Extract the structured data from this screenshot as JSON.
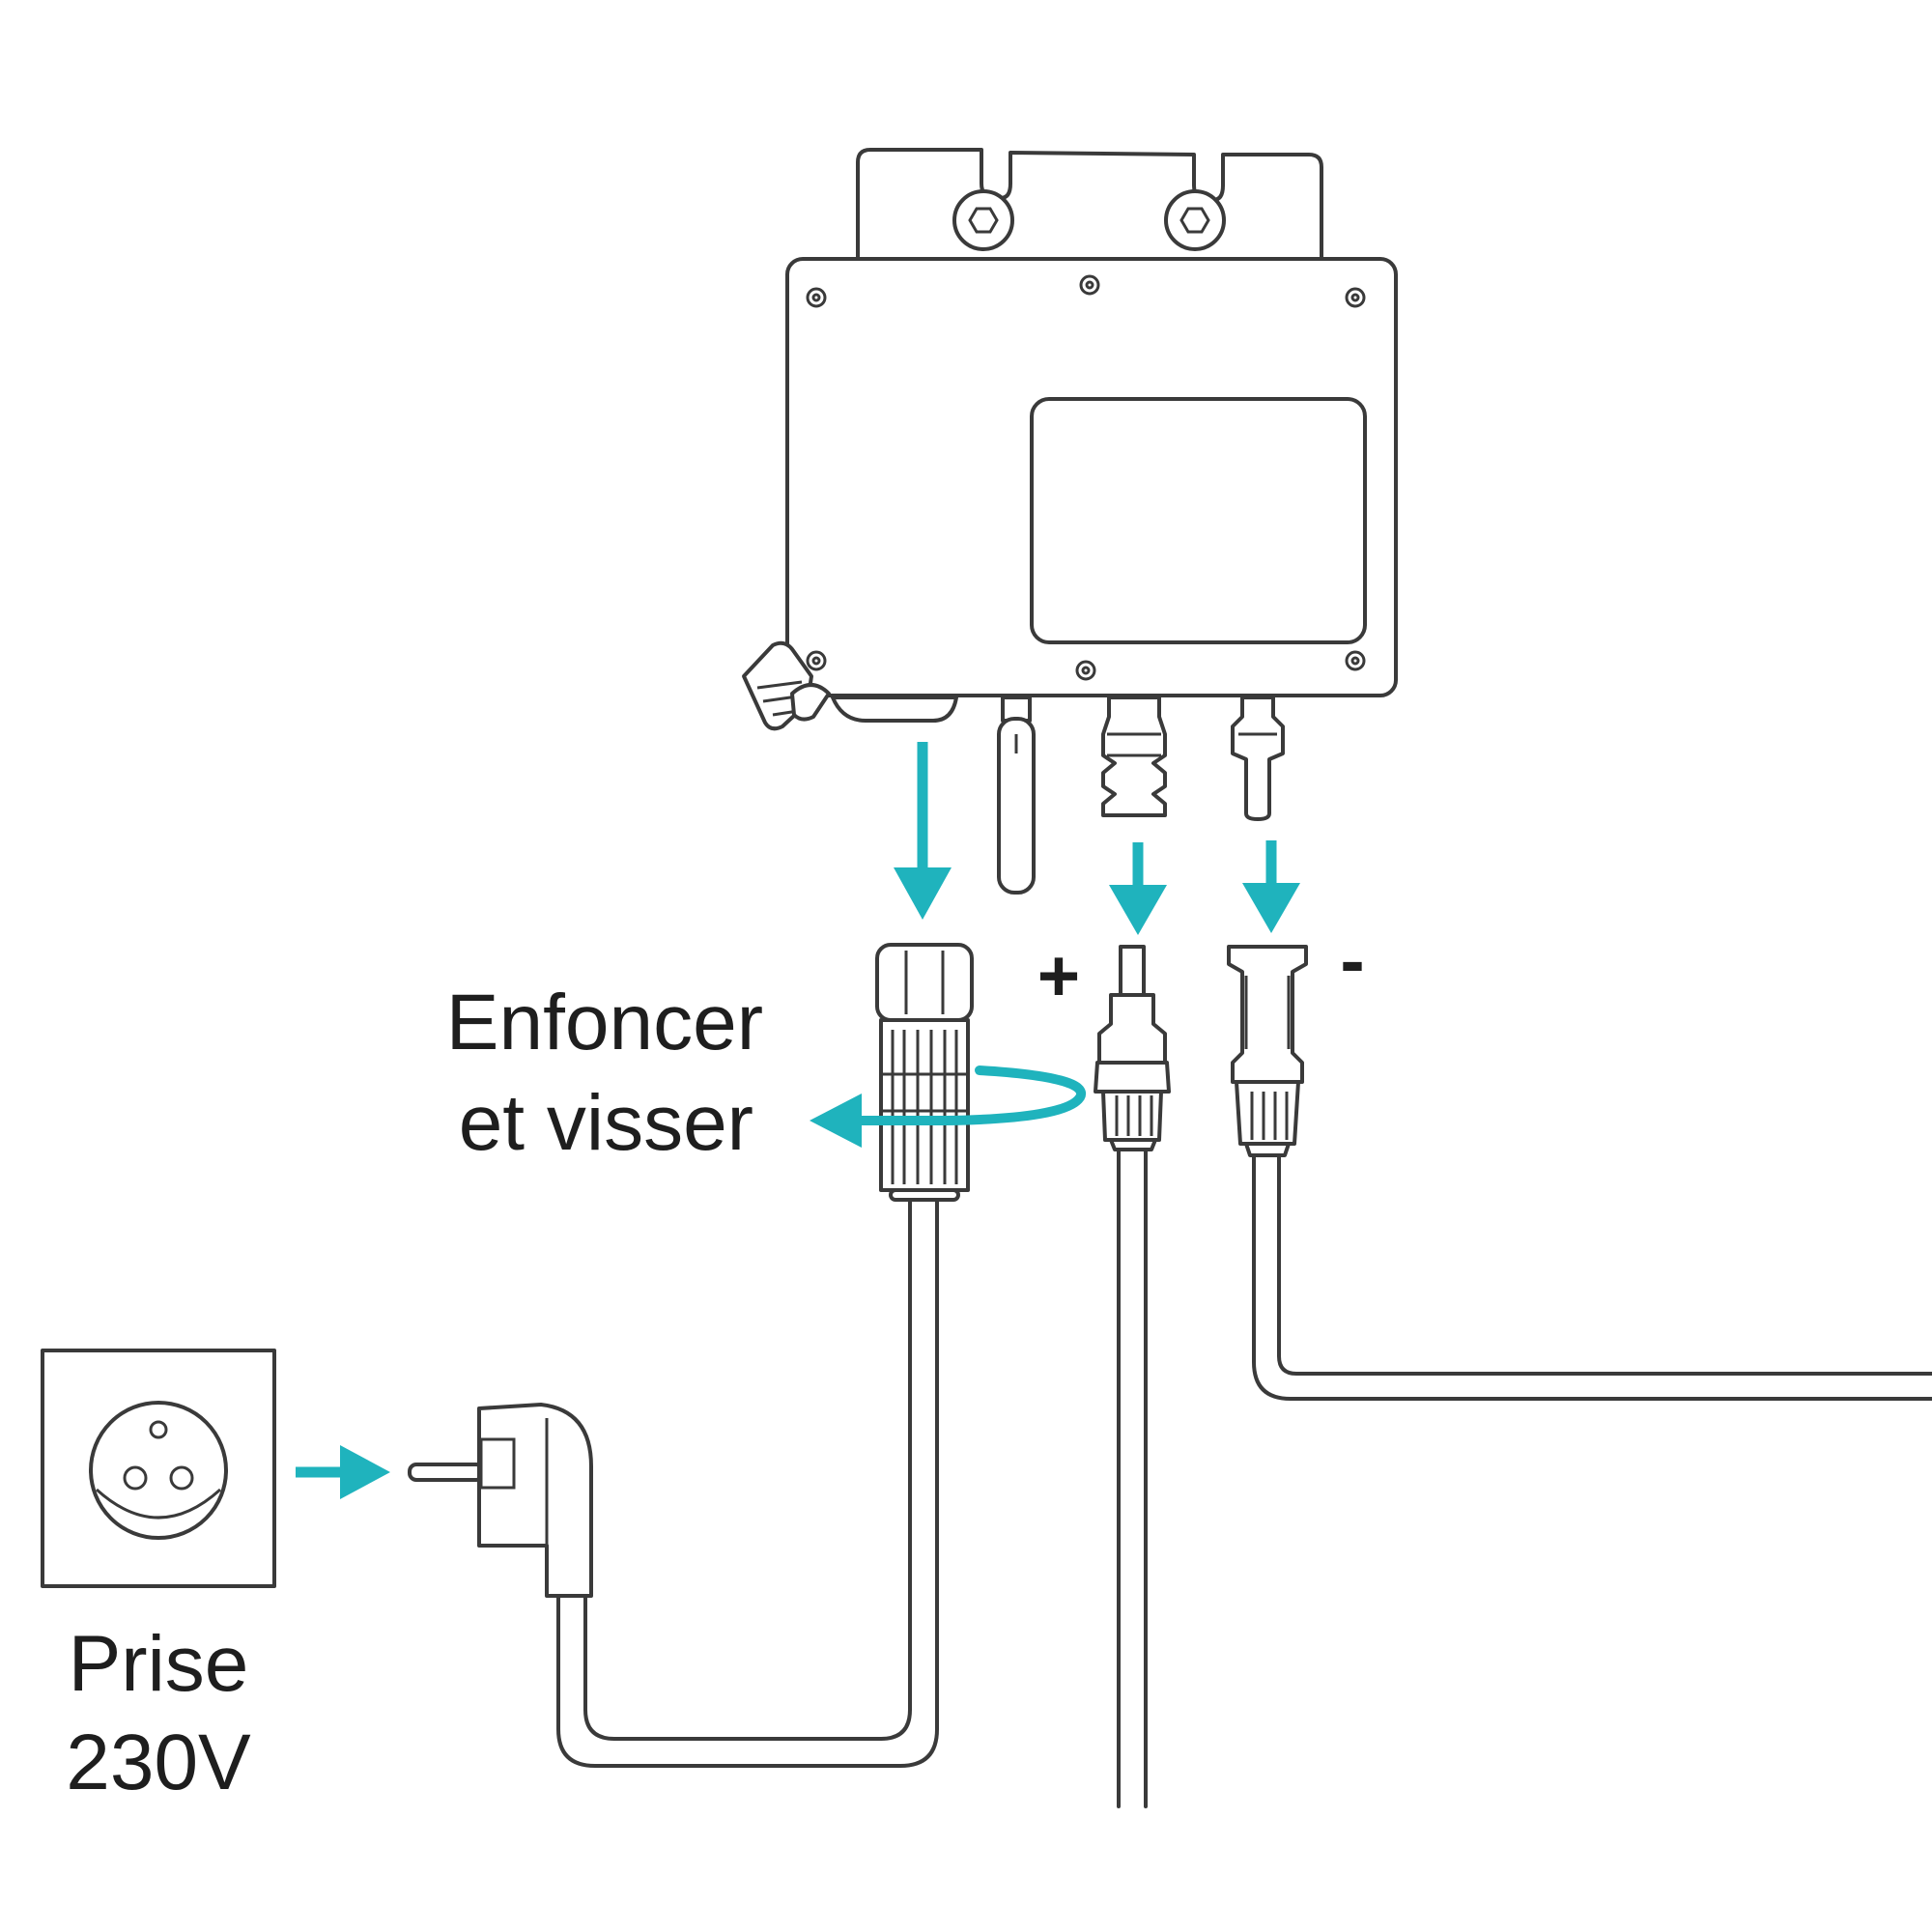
{
  "colors": {
    "arrow": "#1fb3bd",
    "line": "#3a3a3a",
    "text": "#1e1e1e"
  },
  "labels": {
    "instruction_line1": "Enfoncer",
    "instruction_line2": "et visser",
    "plus": "+",
    "minus": "-",
    "outlet_line1": "Prise",
    "outlet_line2": "230V"
  },
  "icons": {
    "device": "microinverter-icon",
    "outlet": "wall-socket-icon",
    "plug": "schuko-plug-icon",
    "rotate": "rotate-arrow-icon"
  }
}
